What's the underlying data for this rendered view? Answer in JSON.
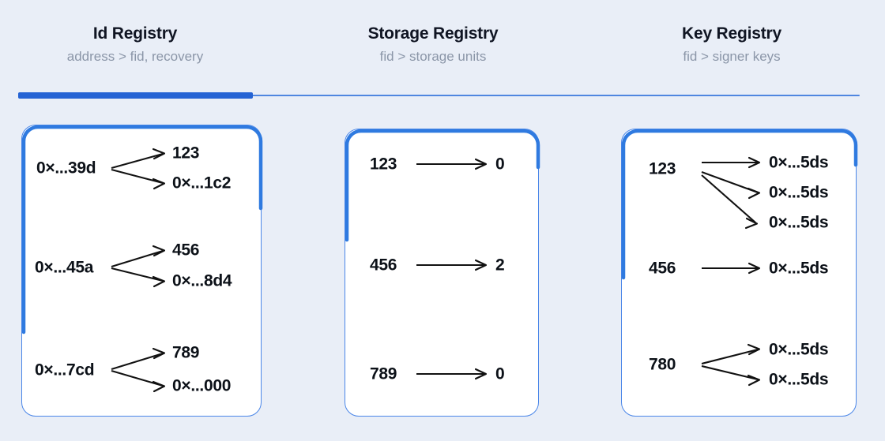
{
  "background_color": "#e9eef7",
  "accent_color": "#2563d4",
  "card_border_color": "#4a86e8",
  "columns": [
    {
      "title": "Id Registry",
      "subtitle": "address > fid, recovery"
    },
    {
      "title": "Storage Registry",
      "subtitle": "fid > storage units"
    },
    {
      "title": "Key Registry",
      "subtitle": "fid > signer keys"
    }
  ],
  "progress": {
    "filled_label": "Id Registry",
    "percent": 28
  },
  "cards": [
    {
      "name": "id-registry-card",
      "rows": [
        {
          "source": "0×...39d",
          "targets": [
            "123",
            "0×...1c2"
          ]
        },
        {
          "source": "0×...45a",
          "targets": [
            "456",
            "0×...8d4"
          ]
        },
        {
          "source": "0×...7cd",
          "targets": [
            "789",
            "0×...000"
          ]
        }
      ]
    },
    {
      "name": "storage-registry-card",
      "rows": [
        {
          "source": "123",
          "targets": [
            "0"
          ]
        },
        {
          "source": "456",
          "targets": [
            "2"
          ]
        },
        {
          "source": "789",
          "targets": [
            "0"
          ]
        }
      ]
    },
    {
      "name": "key-registry-card",
      "rows": [
        {
          "source": "123",
          "targets": [
            "0×...5ds",
            "0×...5ds",
            "0×...5ds"
          ]
        },
        {
          "source": "456",
          "targets": [
            "0×...5ds"
          ]
        },
        {
          "source": "780",
          "targets": [
            "0×...5ds",
            "0×...5ds"
          ]
        }
      ]
    }
  ]
}
